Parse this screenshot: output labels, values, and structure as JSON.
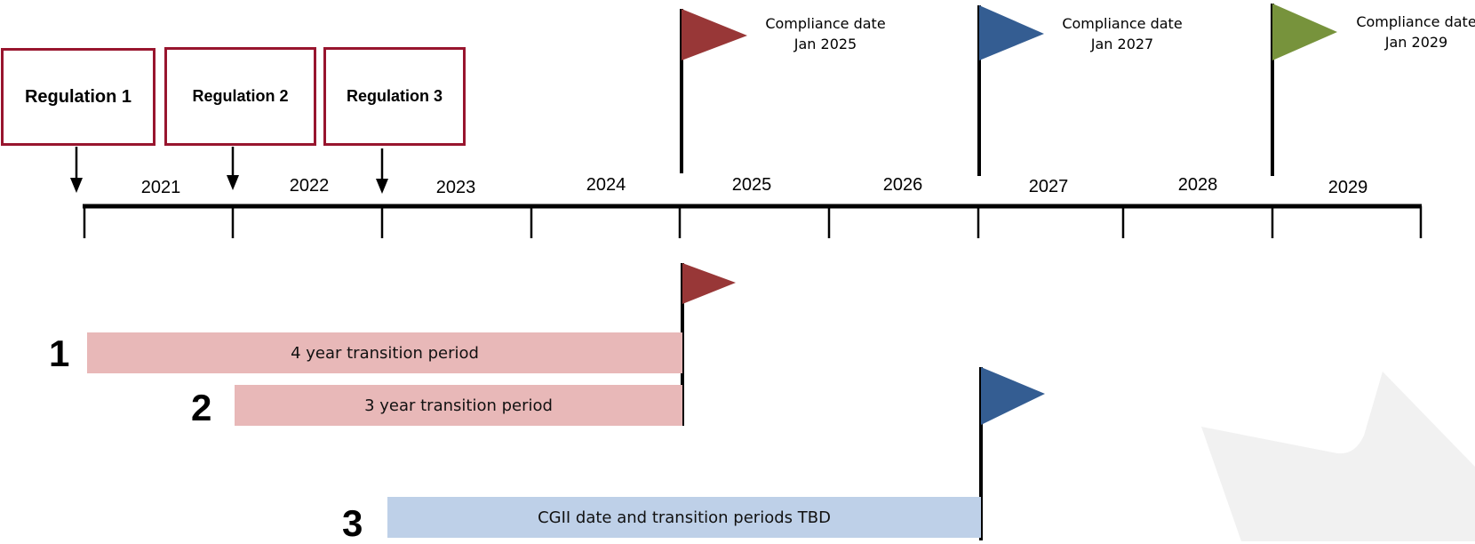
{
  "regulations": [
    {
      "label": "Regulation 1"
    },
    {
      "label": "Regulation 2"
    },
    {
      "label": "Regulation 3"
    }
  ],
  "timeline": {
    "years": [
      "2021",
      "2022",
      "2023",
      "2024",
      "2025",
      "2026",
      "2027",
      "2028",
      "2029"
    ]
  },
  "compliance_flags": [
    {
      "line1": "Compliance date",
      "line2": "Jan 2025",
      "color": "#983737"
    },
    {
      "line1": "Compliance date",
      "line2": "Jan 2027",
      "color": "#345d92"
    },
    {
      "line1": "Compliance date",
      "line2": "Jan 2029",
      "color": "#77933c"
    }
  ],
  "transition_rows": [
    {
      "number": "1",
      "text": "4 year transition period",
      "color": "#e8b8b8",
      "flag_color": "#983737"
    },
    {
      "number": "2",
      "text": "3 year transition period",
      "color": "#e8b8b8"
    },
    {
      "number": "3",
      "text": "CGII date and transition periods TBD",
      "color": "#bed0e8",
      "flag_color": "#345d92"
    }
  ]
}
